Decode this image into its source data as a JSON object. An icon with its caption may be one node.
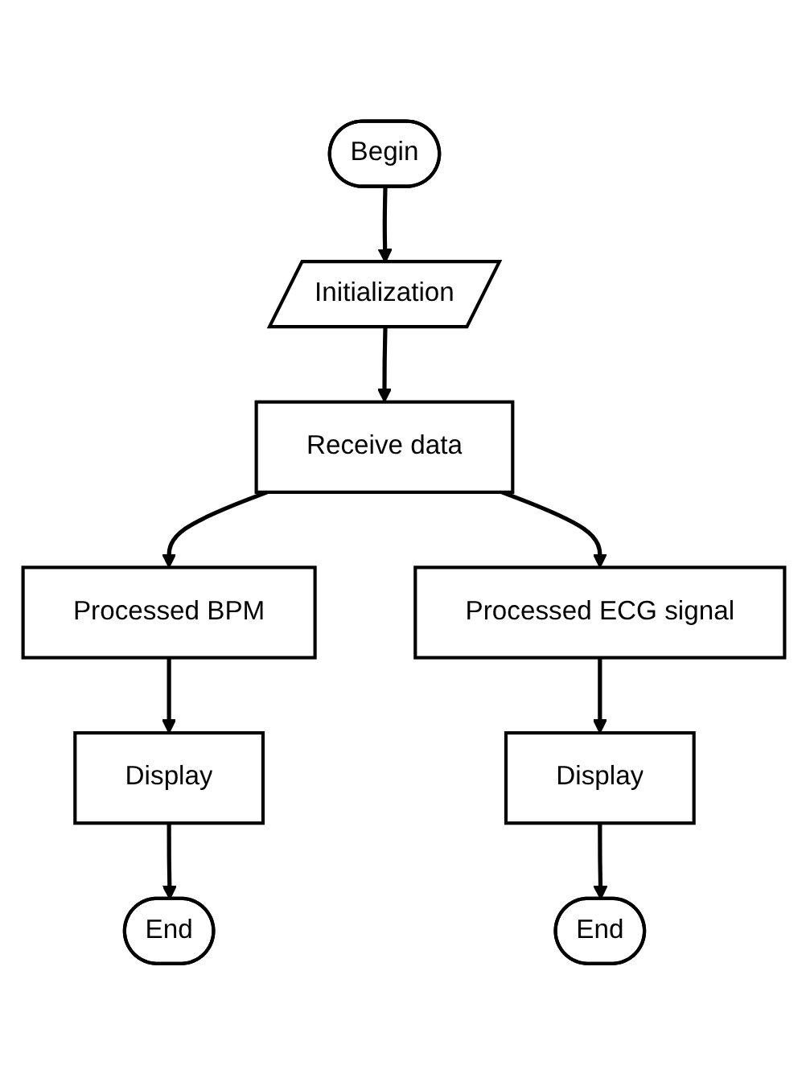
{
  "diagram": {
    "nodes": [
      {
        "text": [
          "Begin"
        ]
      },
      {
        "text": [
          "Initialization"
        ]
      },
      {
        "text": [
          "Receive data"
        ]
      },
      {
        "text": [
          "Processed BPM"
        ]
      },
      {
        "text": [
          "Processed ECG signal"
        ]
      },
      {
        "text": [
          "Display"
        ]
      },
      {
        "text": [
          "End"
        ]
      },
      {
        "text": [
          "Display"
        ]
      },
      {
        "text": [
          "End"
        ]
      }
    ],
    "edges": [
      {
        "from": 0,
        "to": 1,
        "arrow": "to"
      },
      {
        "from": 1,
        "to": 2,
        "arrow": "to"
      },
      {
        "from": 2,
        "to": 3,
        "arrow": "to"
      },
      {
        "from": 2,
        "to": 4,
        "arrow": "to"
      },
      {
        "from": 3,
        "to": 5,
        "arrow": "to"
      },
      {
        "from": 5,
        "to": 6,
        "arrow": "to"
      },
      {
        "from": 4,
        "to": 7,
        "arrow": "to"
      },
      {
        "from": 7,
        "to": 8,
        "arrow": "to"
      }
    ]
  }
}
